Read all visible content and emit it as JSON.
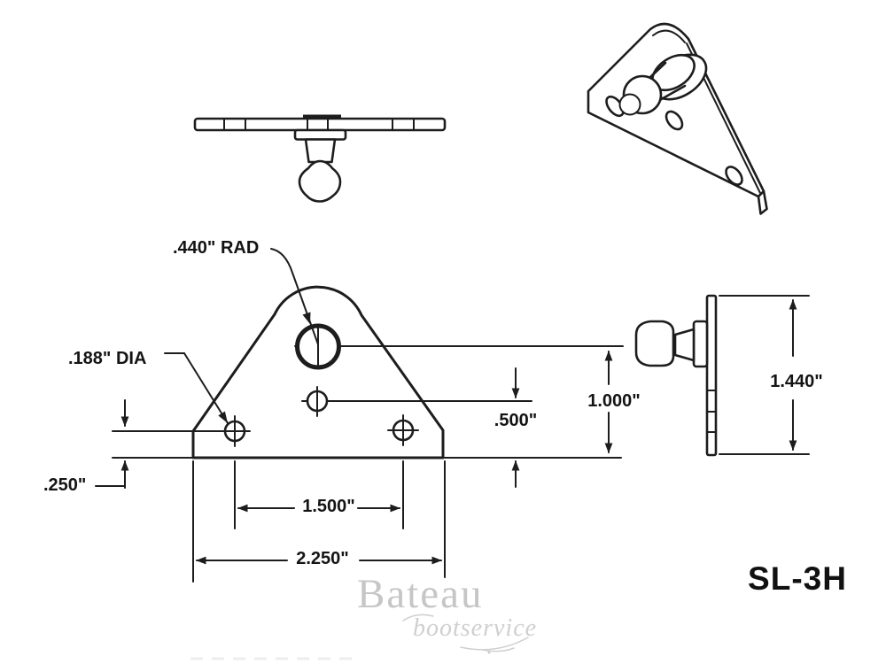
{
  "drawing": {
    "product_code": "SL-3H",
    "labels": {
      "radius": ".440\" RAD",
      "hole_diameter": ".188\" DIA",
      "bottom_offset": ".250\"",
      "mid_hole_height": ".500\"",
      "ball_center_height": "1.000\"",
      "bracket_height": "1.440\"",
      "hole_spacing": "1.500\"",
      "base_width": "2.250\""
    }
  },
  "watermark": {
    "name": "Bateau",
    "subtitle": "bootservice"
  },
  "colors": {
    "ink": "#1d1d1d",
    "watermark_primary": "#c6c6c6",
    "watermark_secondary": "#cfcfcf",
    "background": "#ffffff"
  }
}
